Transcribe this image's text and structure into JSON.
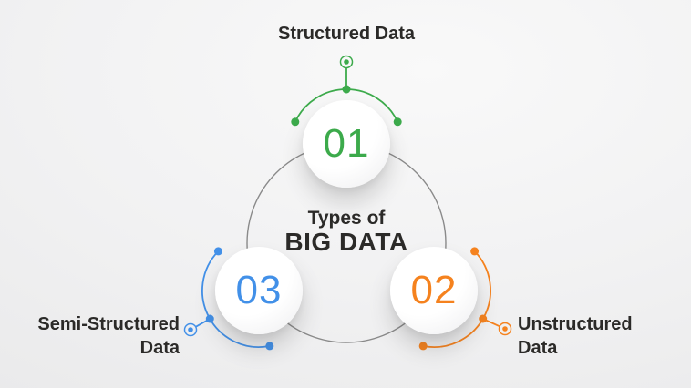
{
  "title": {
    "prefix": "Types of",
    "main": "BIG DATA"
  },
  "items": [
    {
      "number": "01",
      "label": "Structured Data",
      "color": "#3caa4b"
    },
    {
      "number": "02",
      "label": "Unstructured Data",
      "color": "#f5821e"
    },
    {
      "number": "03",
      "label": "Semi-Structured Data",
      "color": "#4290e8"
    }
  ],
  "colors": {
    "ring": "#8a8a8a",
    "text": "#2b2a28"
  }
}
